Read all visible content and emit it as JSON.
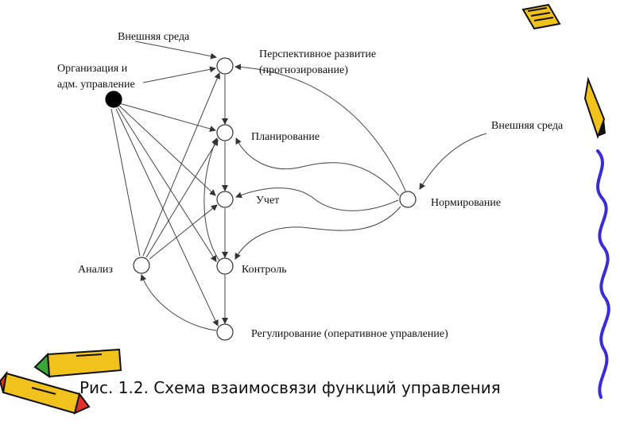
{
  "diagram": {
    "nodes": {
      "external_env_top": "Внешняя среда",
      "organization_line1": "Организация и",
      "organization_line2": "адм. управление",
      "perspective_line1": "Перспективное развитие",
      "perspective_line2": "(прогнозирование)",
      "planning": "Планирование",
      "accounting": "Учет",
      "control": "Контроль",
      "regulation": "Регулирование (оперативное управление)",
      "analysis": "Анализ",
      "norming": "Нормирование",
      "external_env_right": "Внешняя среда"
    },
    "colors": {
      "line": "#444444",
      "node_fill": "#ffffff",
      "organization_fill": "#000000",
      "pencil_yellow": "#f2c21c",
      "pencil_red": "#e0302a",
      "pencil_green": "#3aa63a",
      "squiggle_blue": "#3a2bd8"
    }
  },
  "caption": "Рис. 1.2. Схема взаимосвязи функций управления"
}
